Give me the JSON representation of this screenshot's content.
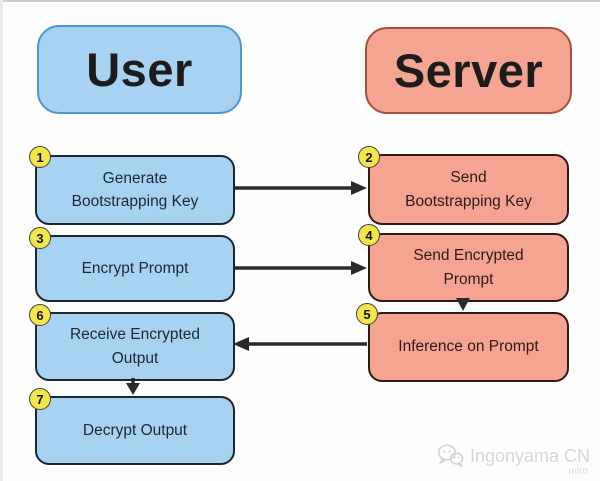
{
  "headers": {
    "user": {
      "label": "User"
    },
    "server": {
      "label": "Server"
    }
  },
  "steps": [
    {
      "num": "1",
      "label": "Generate\nBootstrapping Key",
      "column": "user"
    },
    {
      "num": "2",
      "label": "Send\nBootstrapping Key",
      "column": "server"
    },
    {
      "num": "3",
      "label": "Encrypt Prompt",
      "column": "user"
    },
    {
      "num": "4",
      "label": "Send Encrypted\nPrompt",
      "column": "server"
    },
    {
      "num": "5",
      "label": "Inference on Prompt",
      "column": "server"
    },
    {
      "num": "6",
      "label": "Receive Encrypted\nOutput",
      "column": "user"
    },
    {
      "num": "7",
      "label": "Decrypt Output",
      "column": "user"
    }
  ],
  "watermark": {
    "brand": "Ingonyama CN",
    "platform": "miro"
  },
  "colors": {
    "user_fill": "#a7d2f2",
    "user_border": "#4e97cf",
    "user_text": "#1b2733",
    "server_fill": "#f5a492",
    "server_border": "#a6503f",
    "server_text": "#2e1b16",
    "badge_fill": "#f2e64b",
    "badge_border": "#3f3f3f",
    "arrow": "#2b2b2b"
  }
}
